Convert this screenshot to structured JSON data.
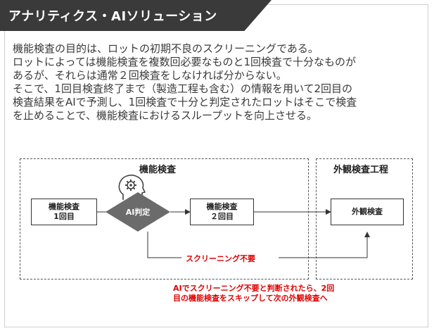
{
  "title": "アナリティクス・AIソリューション",
  "paragraph": [
    "機能検査の目的は、ロットの初期不良のスクリーニングである。",
    "ロットによっては機能検査を複数回必要なものと1回検査で十分なものが",
    "あるが、それらは通常２回検査をしなければ分からない。",
    "そこで、1回目検査終了まで（製造工程も含む）の情報を用いて2回目の",
    "検査結果をAIで予測し、1回検査で十分と判定されたロットはそこで検査",
    "を止めることで、機能検査におけるスループットを向上させる。"
  ],
  "diagram": {
    "group1_title": "機能検査",
    "group2_title": "外観検査工程",
    "box1": [
      "機能検査",
      "1回目"
    ],
    "decision": "AI判定",
    "box2": [
      "機能検査",
      "２回目"
    ],
    "box3": "外観検査",
    "skip_label": "スクリーニング不要",
    "note": [
      "AIでスクリーニング不要と判断されたら、2回",
      "目の機能検査をスキップして次の外観検査へ"
    ],
    "icon": "ai-head-gear-icon"
  },
  "colors": {
    "title_bg": "#3a3a3a",
    "decision_fill": "#6b6b6b",
    "accent_red": "#e00000"
  }
}
